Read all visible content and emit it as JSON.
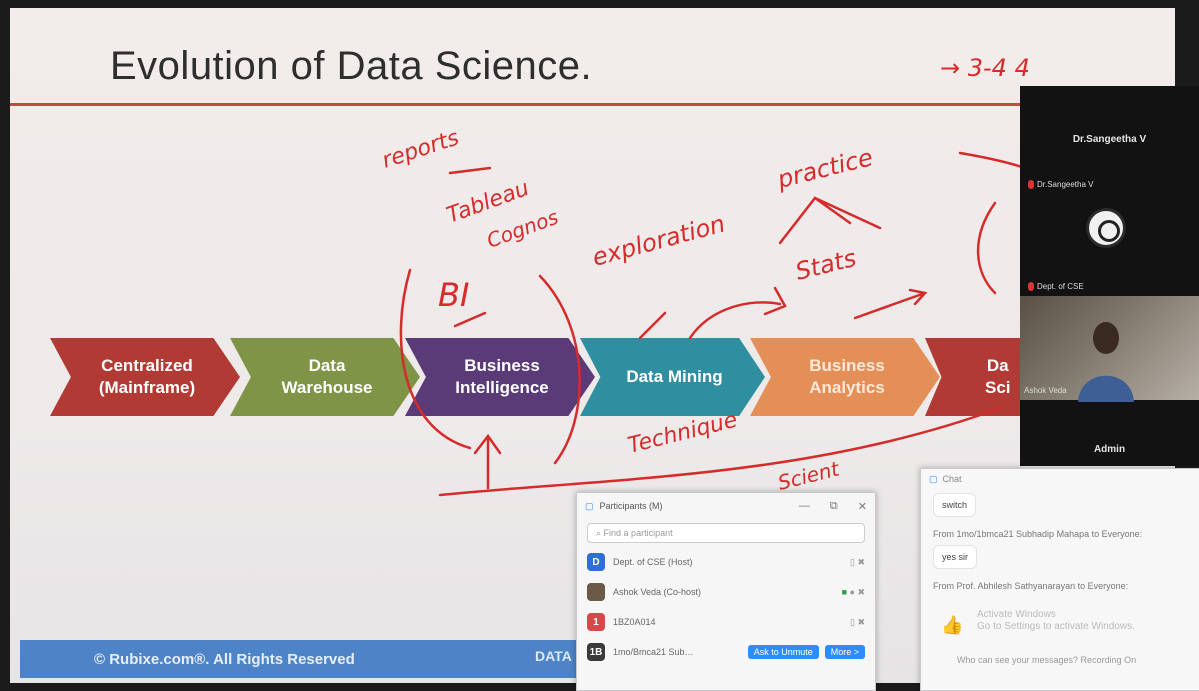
{
  "slide": {
    "title": "Evolution of Data Science.",
    "stages": [
      {
        "line1": "Centralized",
        "line2": "(Mainframe)",
        "color": "#b23a34"
      },
      {
        "line1": "Data",
        "line2": "Warehouse",
        "color": "#7f9447"
      },
      {
        "line1": "Business",
        "line2": "Intelligence",
        "color": "#5b3a78"
      },
      {
        "line1": "Data Mining",
        "line2": "",
        "color": "#2f8fa0"
      },
      {
        "line1": "Business",
        "line2": "Analytics",
        "color": "#e58f58"
      },
      {
        "line1": "Da",
        "line2": "Sci",
        "color": "#b23a34"
      }
    ],
    "footer_left": "© Rubixe.com®. All Rights Reserved",
    "footer_right": "DATA"
  },
  "annotations": {
    "color": "#d62b2b",
    "texts": [
      "→ 3-4 4",
      "reports",
      "Tableau",
      "Cognos",
      "BI",
      "exploration",
      "practice",
      "Stats",
      "Technique",
      "Scient"
    ]
  },
  "video": {
    "host_name": "Dr.Sangeetha V",
    "host_label": "Dr.Sangeetha V",
    "dept_label": "Dept. of CSE",
    "cam_label": "Ashok Veda",
    "admin_label": "Admin"
  },
  "participants": {
    "title": "Participants (M)",
    "search_placeholder": "Find a participant",
    "rows": [
      {
        "initial": "D",
        "name": "Dept. of CSE (Host)",
        "color": "#2d6fd6"
      },
      {
        "initial": "",
        "name": "Ashok Veda (Co-host)",
        "color": "#6b5a45"
      },
      {
        "initial": "1",
        "name": "1BZ0A014",
        "color": "#d94848"
      },
      {
        "initial": "1B",
        "name": "1mo/Bmca21 Sub…",
        "color": "#3a3a3a"
      }
    ],
    "ask_button": "Ask to Unmute",
    "more_button": "More >"
  },
  "chat": {
    "title": "Chat",
    "messages": [
      {
        "meta": "",
        "text": "switch"
      },
      {
        "meta": "From 1mo/1bmca21 Subhadip Mahapa to Everyone:",
        "text": "yes sir"
      },
      {
        "meta": "From Prof. Abhilesh Sathyanarayan to Everyone:",
        "text": ""
      }
    ],
    "activate_line1": "Activate Windows",
    "activate_line2": "Go to Settings to activate Windows.",
    "footer_note": "Who can see your messages? Recording On"
  }
}
